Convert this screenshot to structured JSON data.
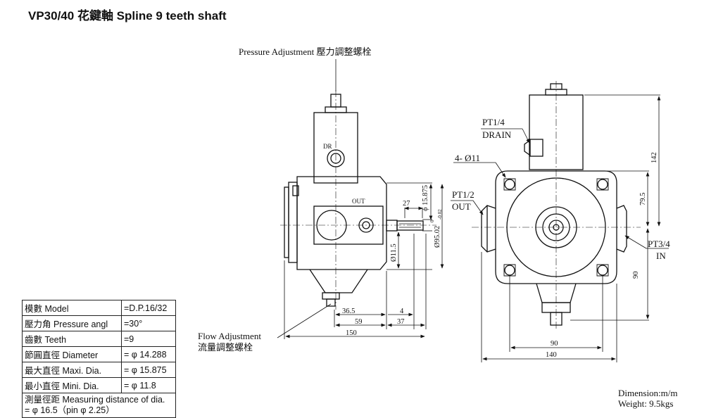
{
  "title": "VP30/40 花鍵軸 Spline 9 teeth shaft",
  "labels": {
    "pressure_adjustment": "Pressure Adjustment 壓力調整螺栓",
    "flow_adjustment_en": "Flow Adjustment",
    "flow_adjustment_zh": "流量調整螺栓",
    "dr": "DR",
    "out_small": "OUT",
    "pt14": "PT1/4",
    "drain": "DRAIN",
    "holes": "4- Ø11",
    "pt12": "PT1/2",
    "out_port": "OUT",
    "pt34": "PT3/4",
    "in_port": "IN"
  },
  "dimensions": {
    "d27": "27",
    "d15875": "ϕ 15.875",
    "d9502": "Ø95.02",
    "tol1": "0",
    "tol2": "-0.02",
    "d115": "Ø11.5",
    "d365": "36.5",
    "d4": "4",
    "d59": "59",
    "d37": "37",
    "d150": "150",
    "d142": "142",
    "d795": "79.5",
    "d90v": "90",
    "d90h": "90",
    "d140": "140"
  },
  "spec_table": [
    {
      "key": "模數 Model",
      "value": "=D.P.16/32"
    },
    {
      "key": "壓力角 Pressure angl",
      "value": "=30°"
    },
    {
      "key": "齒數 Teeth",
      "value": "=9"
    },
    {
      "key": "節圓直徑 Diameter",
      "value": "= φ 14.288"
    },
    {
      "key": "最大直徑 Maxi. Dia.",
      "value": "= φ 15.875"
    },
    {
      "key": "最小直徑 Mini. Dia.",
      "value": "= φ 11.8"
    }
  ],
  "spec_last": {
    "line1": "測量徑距 Measuring distance of dia.",
    "line2": "= φ 16.5（pin φ 2.25）"
  },
  "footer": {
    "dimension": "Dimension:m/m",
    "weight": "Weight: 9.5kgs"
  }
}
